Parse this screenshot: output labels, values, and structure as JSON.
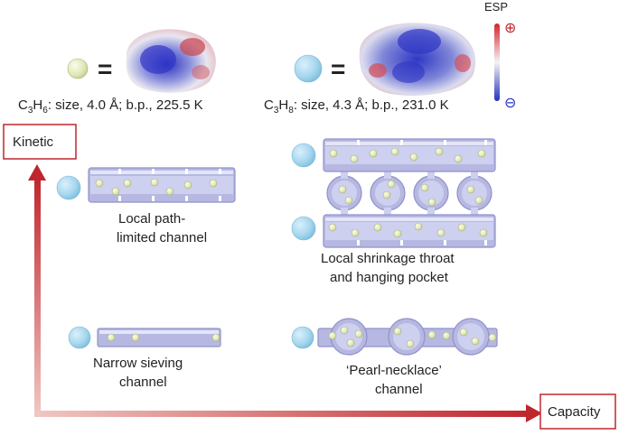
{
  "molecules": {
    "propylene": {
      "label_prefix": "C",
      "sub1": "3",
      "mid": "H",
      "sub2": "6",
      "details": ": size, 4.0 Å; b.p., 225.5 K"
    },
    "propane": {
      "label_prefix": "C",
      "sub1": "3",
      "mid": "H",
      "sub2": "8",
      "details": ": size, 4.3 Å; b.p., 231.0 K"
    },
    "equals": "="
  },
  "esp": {
    "title": "ESP",
    "positive": "⊕",
    "negative": "⊖"
  },
  "axes": {
    "y_label": "Kinetic",
    "x_label": "Capacity"
  },
  "channels": {
    "local_path": {
      "line1": "Local path-",
      "line2": "limited channel"
    },
    "shrinkage": {
      "line1": "Local shrinkage throat",
      "line2": "and hanging pocket"
    },
    "narrow": {
      "line1": "Narrow sieving",
      "line2": "channel"
    },
    "pearl": {
      "line1": "‘Pearl-necklace’",
      "line2": "channel"
    }
  },
  "colors": {
    "axis_red": "#c0262d",
    "channel_lavender": "#b7b8e2",
    "propylene_ball": "#e4ebc4",
    "propane_ball": "#9fd3ec"
  }
}
